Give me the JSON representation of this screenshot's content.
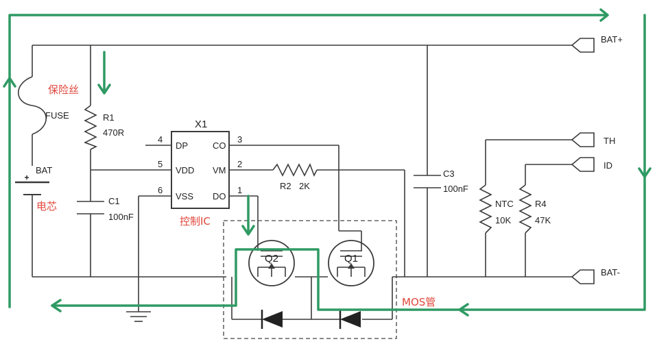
{
  "labels": {
    "fuse_cn": "保险丝",
    "fuse": "FUSE",
    "bat": "BAT",
    "cell_cn": "电芯",
    "r1": "R1",
    "r1_val": "470R",
    "c1": "C1",
    "c1_val": "100nF",
    "x1": "X1",
    "pin4": "4",
    "pin5": "5",
    "pin6": "6",
    "pin3": "3",
    "pin2": "2",
    "pin1": "1",
    "dp": "DP",
    "vdd": "VDD",
    "vss": "VSS",
    "co": "CO",
    "vm": "VM",
    "do": "DO",
    "ic_cn": "控制IC",
    "r2": "R2",
    "r2_val": "2K",
    "q2": "Q2",
    "q1": "Q1",
    "mos_cn": "MOS管",
    "c3": "C3",
    "c3_val": "100nF",
    "ntc": "NTC",
    "ntc_val": "10K",
    "r4": "R4",
    "r4_val": "47K",
    "bat_plus": "BAT+",
    "th": "TH",
    "id": "ID",
    "bat_minus": "BAT-"
  },
  "colors": {
    "wire": "#3a3a3a",
    "current_path": "#2f9a63",
    "annotation": "#e0463a"
  }
}
